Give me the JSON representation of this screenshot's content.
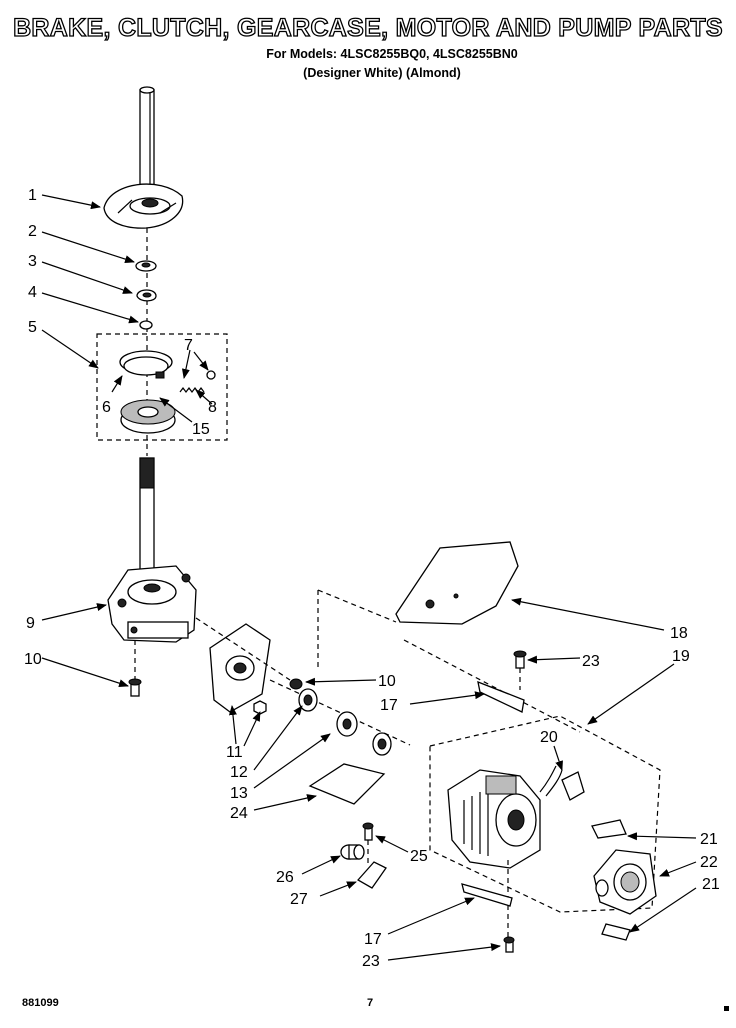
{
  "header": {
    "title": "BRAKE, CLUTCH, GEARCASE, MOTOR AND PUMP PARTS",
    "models_line": "For Models: 4LSC8255BQ0, 4LSC8255BN0",
    "colors_line": "(Designer White) (Almond)"
  },
  "footer": {
    "doc_number": "881099",
    "page_number": "7"
  },
  "callouts": [
    {
      "label": "1"
    },
    {
      "label": "2"
    },
    {
      "label": "3"
    },
    {
      "label": "4"
    },
    {
      "label": "5"
    },
    {
      "label": "7"
    },
    {
      "label": "6"
    },
    {
      "label": "8"
    },
    {
      "label": "15"
    },
    {
      "label": "9"
    },
    {
      "label": "10"
    },
    {
      "label": "10"
    },
    {
      "label": "18"
    },
    {
      "label": "23"
    },
    {
      "label": "19"
    },
    {
      "label": "17"
    },
    {
      "label": "20"
    },
    {
      "label": "11"
    },
    {
      "label": "12"
    },
    {
      "label": "13"
    },
    {
      "label": "24"
    },
    {
      "label": "21"
    },
    {
      "label": "22"
    },
    {
      "label": "21"
    },
    {
      "label": "25"
    },
    {
      "label": "26"
    },
    {
      "label": "27"
    },
    {
      "label": "17"
    },
    {
      "label": "23"
    }
  ]
}
